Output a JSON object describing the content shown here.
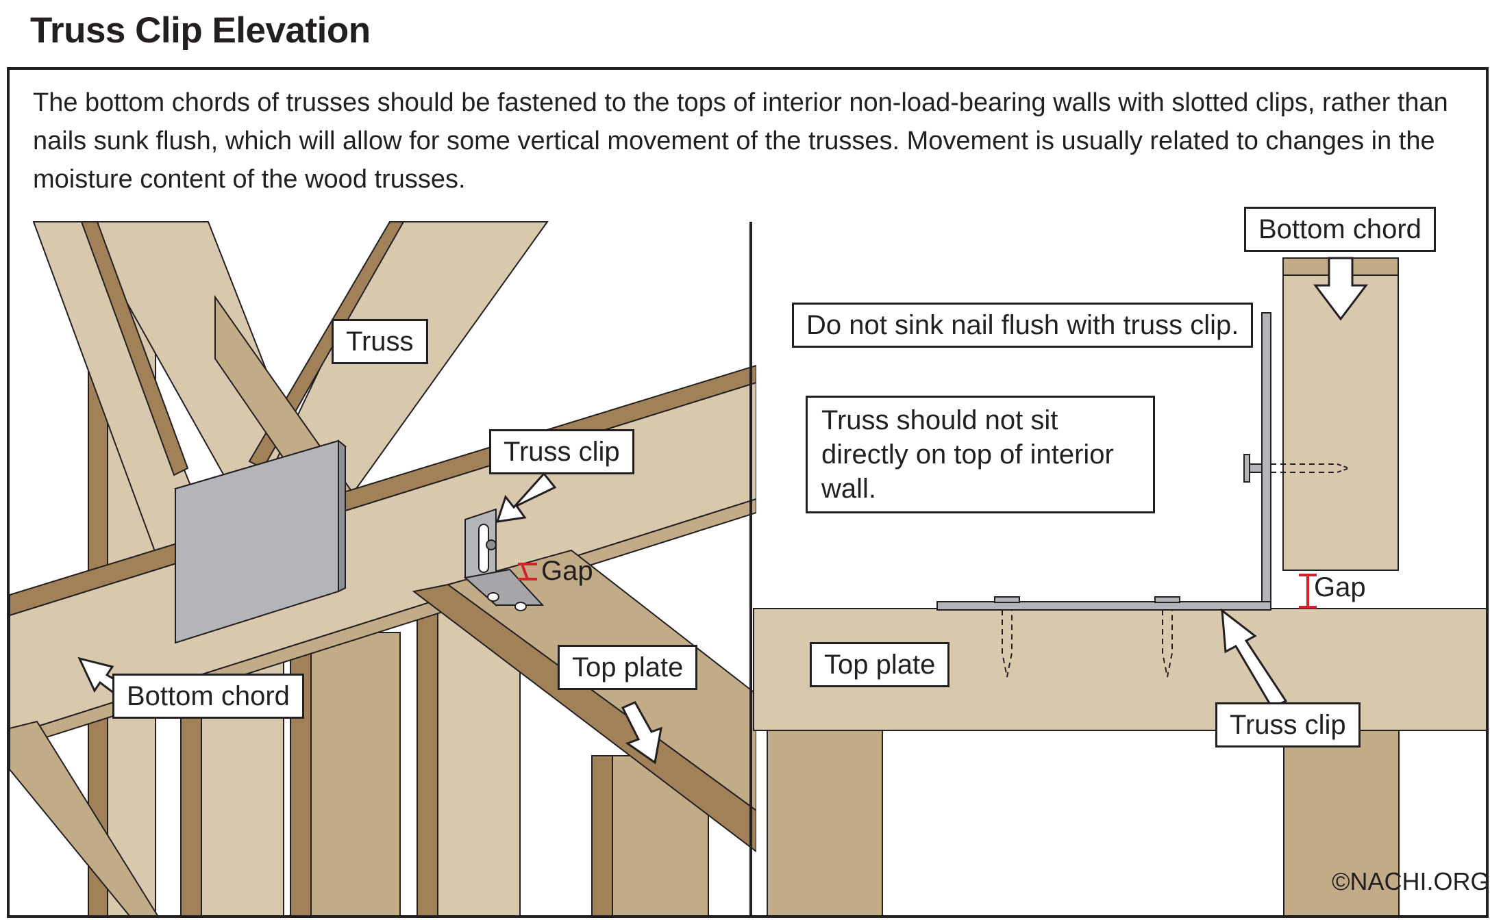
{
  "title": "Truss Clip Elevation",
  "description": "The bottom chords of trusses should be fastened to the tops of interior non-load-bearing walls with slotted clips, rather than nails sunk flush, which will allow for some vertical movement of the trusses. Movement is usually related to changes in the moisture content of the wood trusses.",
  "left_panel": {
    "labels": {
      "truss": "Truss",
      "truss_clip": "Truss clip",
      "gap": "Gap",
      "top_plate": "Top plate",
      "bottom_chord": "Bottom chord"
    }
  },
  "right_panel": {
    "labels": {
      "bottom_chord": "Bottom chord",
      "nail_warning": "Do not sink nail flush with truss clip.",
      "truss_warning": "Truss should not sit directly on top of interior wall.",
      "gap": "Gap",
      "top_plate": "Top plate",
      "truss_clip": "Truss clip"
    }
  },
  "copyright": "©NACHI.ORG",
  "colors": {
    "wood_light": "#d8c8ae",
    "wood_mid": "#c2ab87",
    "wood_dark": "#a08158",
    "metal": "#b4b5b9",
    "metal_edge": "#6d6e71",
    "gap_marker": "#d2232a",
    "outline": "#231f20"
  }
}
